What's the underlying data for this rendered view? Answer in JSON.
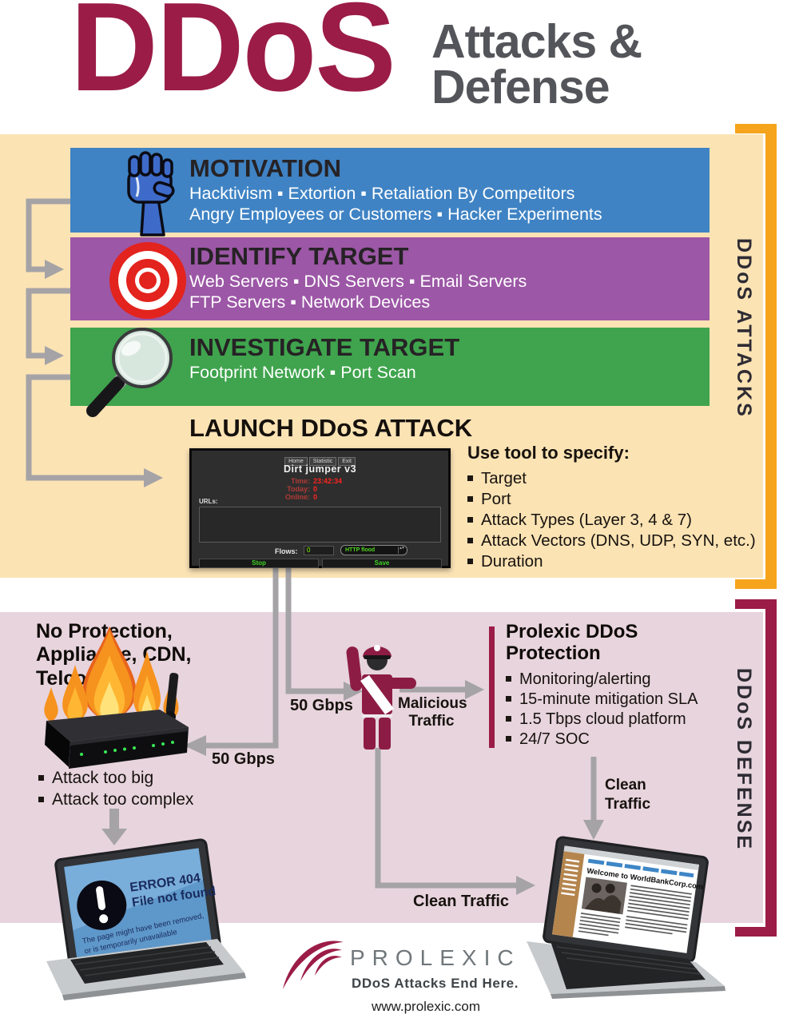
{
  "colors": {
    "maroon": "#9B1C47",
    "orange_bracket": "#F6A41C",
    "cream_bg": "#FBE3B4",
    "pink_bg": "#E7D4DD",
    "banner_blue": "#3F83C4",
    "banner_purple": "#9C57A6",
    "banner_green": "#3FA44D",
    "arrow_gray": "#A5A3A6",
    "title_gray": "#54555A"
  },
  "header": {
    "title": "DDoS",
    "subtitle_line1": "Attacks &",
    "subtitle_line2": "Defense"
  },
  "attacks": {
    "side_label": "DDoS ATTACKS",
    "motivation": {
      "title": "MOTIVATION",
      "line1": "Hacktivism ▪ Extortion ▪ Retaliation By Competitors",
      "line2": "Angry Employees or Customers ▪ Hacker Experiments"
    },
    "identify": {
      "title": "IDENTIFY TARGET",
      "line1": "Web Servers ▪ DNS Servers ▪ Email Servers",
      "line2": "FTP Servers ▪ Network Devices"
    },
    "investigate": {
      "title": "INVESTIGATE TARGET",
      "line1": "Footprint Network ▪ Port Scan"
    },
    "launch_title": "LAUNCH DDoS ATTACK",
    "tool": {
      "menu": [
        "Home",
        "Statistic",
        "Exit"
      ],
      "app_title": "Dirt jumper v3",
      "time_label": "Time:",
      "time_value": "23:42:34",
      "today_label": "Today:",
      "today_value": "0",
      "online_label": "Online:",
      "online_value": "0",
      "urls_label": "URLs:",
      "flows_label": "Flows:",
      "flows_value": "0",
      "attack_type": "HTTP flood",
      "stop_button": "Stop",
      "save_button": "Save"
    },
    "specify": {
      "title": "Use tool to specify:",
      "items": [
        "Target",
        "Port",
        "Attack Types (Layer 3, 4 & 7)",
        "Attack Vectors (DNS, UDP, SYN, etc.)",
        "Duration"
      ]
    }
  },
  "defense": {
    "side_label": "DDoS DEFENSE",
    "no_protection_line1": "No Protection,",
    "no_protection_line2": "Appliance, CDN,",
    "no_protection_line3": "Telco, ISP",
    "attack_bullets": [
      "Attack too big",
      "Attack too complex"
    ],
    "gbps_to_victim": "50 Gbps",
    "gbps_to_prolexic": "50 Gbps",
    "malicious_line1": "Malicious",
    "malicious_line2": "Traffic",
    "protection_title_line1": "Prolexic DDoS",
    "protection_title_line2": "Protection",
    "protection_bullets": [
      "Monitoring/alerting",
      "15-minute mitigation SLA",
      "1.5 Tbps cloud platform",
      "24/7 SOC"
    ],
    "clean_right_line1": "Clean",
    "clean_right_line2": "Traffic",
    "clean_bottom": "Clean Traffic",
    "error_screen": {
      "line1": "ERROR 404",
      "line2": "File not found",
      "sub1": "The page might have been removed,",
      "sub2": "or is temporarily unavailable"
    },
    "bank_headline": "Welcome to WorldBankCorp.com"
  },
  "footer": {
    "brand": "PROLEXIC",
    "tagline": "DDoS Attacks End Here.",
    "url": "www.prolexic.com"
  }
}
